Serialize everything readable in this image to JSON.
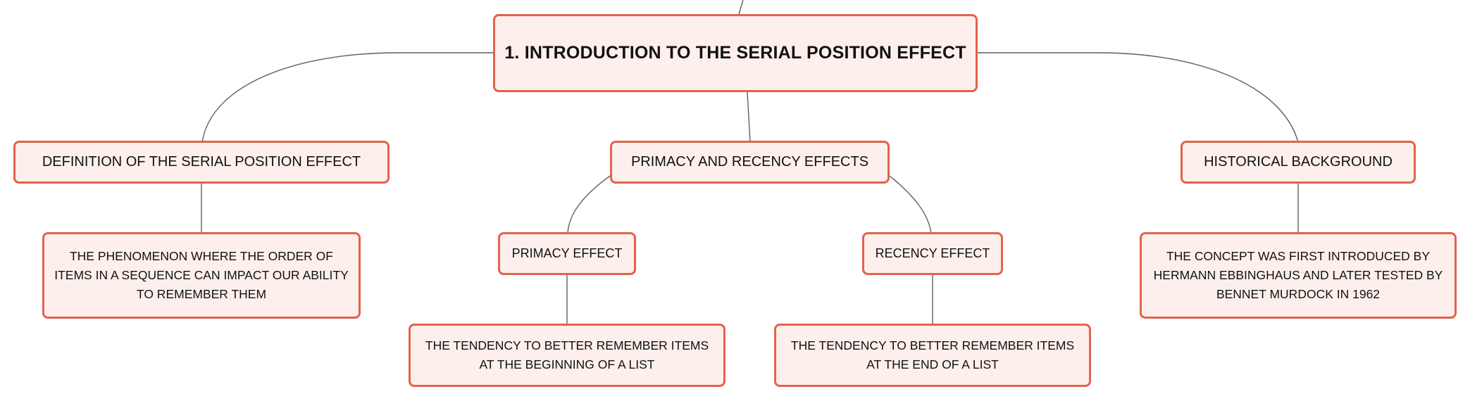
{
  "diagram": {
    "root": {
      "label": "1. INTRODUCTION TO THE SERIAL POSITION EFFECT"
    },
    "definition": {
      "label": "DEFINITION OF THE SERIAL POSITION EFFECT",
      "detail": "THE PHENOMENON WHERE THE ORDER OF ITEMS IN A SEQUENCE CAN IMPACT OUR ABILITY TO REMEMBER THEM"
    },
    "primacy_recency": {
      "label": "PRIMACY AND RECENCY EFFECTS",
      "primacy": {
        "label": "PRIMACY EFFECT",
        "detail": "THE TENDENCY TO BETTER REMEMBER ITEMS AT THE BEGINNING OF A LIST"
      },
      "recency": {
        "label": "RECENCY EFFECT",
        "detail": "THE TENDENCY TO BETTER REMEMBER ITEMS AT THE END OF A LIST"
      }
    },
    "history": {
      "label": "HISTORICAL BACKGROUND",
      "detail": "THE CONCEPT WAS FIRST INTRODUCED BY HERMANN EBBINGHAUS AND LATER TESTED BY BENNET MURDOCK IN 1962"
    }
  },
  "colors": {
    "node_fill": "#fdf0ec",
    "node_border": "#e3624e",
    "connector": "#5f5f5f",
    "text": "#111111"
  }
}
